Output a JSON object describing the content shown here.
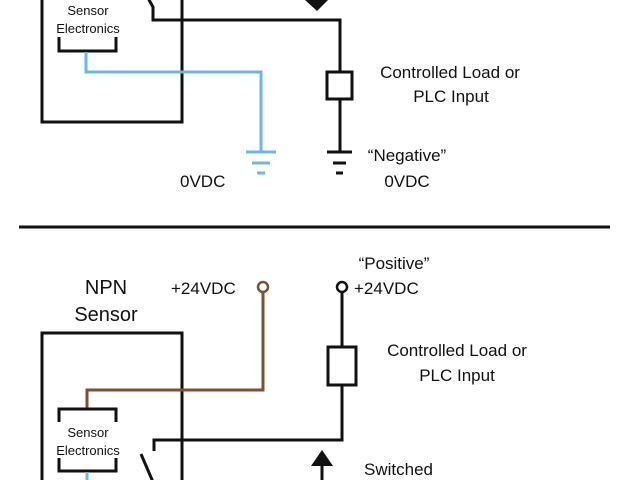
{
  "colors": {
    "wire": "#111111",
    "ground_wire": "#6bb8e0",
    "supply_wire": "#7a5230",
    "background": "#ffffff"
  },
  "top_panel": {
    "sensor_electronics_label": [
      "Sensor",
      "Electronics"
    ],
    "sensor_ground_label": "0VDC",
    "load_label": [
      "Controlled Load or",
      "PLC Input"
    ],
    "negative_label": [
      "“Negative”",
      "0VDC"
    ],
    "arrow_direction": "down"
  },
  "bottom_panel": {
    "sensor_title": [
      "NPN",
      "Sensor"
    ],
    "supply_label": "+24VDC",
    "sensor_electronics_label": [
      "Sensor",
      "Electronics"
    ],
    "positive_label": [
      "“Positive”",
      "+24VDC"
    ],
    "load_label": [
      "Controlled Load or",
      "PLC Input"
    ],
    "switched_label": "Switched",
    "arrow_direction": "up"
  }
}
